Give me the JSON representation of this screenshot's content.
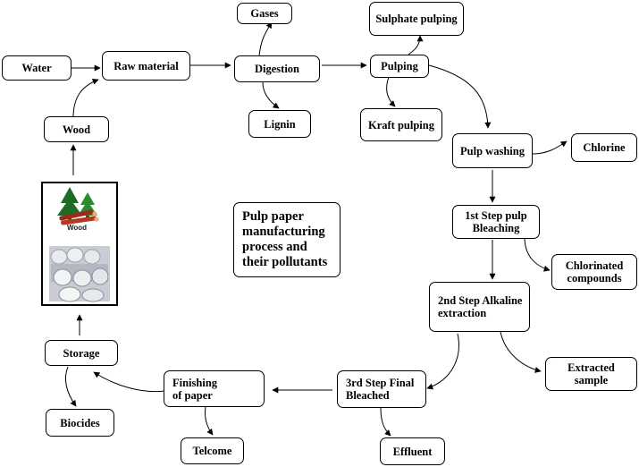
{
  "diagram": {
    "title": "Pulp paper\nmanufacturing\nprocess and\ntheir pollutants",
    "nodes": {
      "water": "Water",
      "raw_material": "Raw material",
      "digestion": "Digestion",
      "gases": "Gases",
      "lignin": "Lignin",
      "pulping": "Pulping",
      "sulphate_pulping": "Sulphate pulping",
      "kraft_pulping": "Kraft pulping",
      "pulp_washing": "Pulp washing",
      "chlorine": "Chlorine",
      "step1_bleaching": "1st Step pulp\nBleaching",
      "chlorinated_compounds": "Chlorinated\ncompounds",
      "step2_alkaline": "2nd Step Alkaline\nextraction",
      "extracted_sample": "Extracted\nsample",
      "step3_final": "3rd Step Final\nBleached",
      "effluent": "Effluent",
      "finishing": "Finishing\nof paper",
      "telcome": "Telcome",
      "storage": "Storage",
      "biocides": "Biocides",
      "wood": "Wood"
    },
    "image_label": "Wood"
  }
}
